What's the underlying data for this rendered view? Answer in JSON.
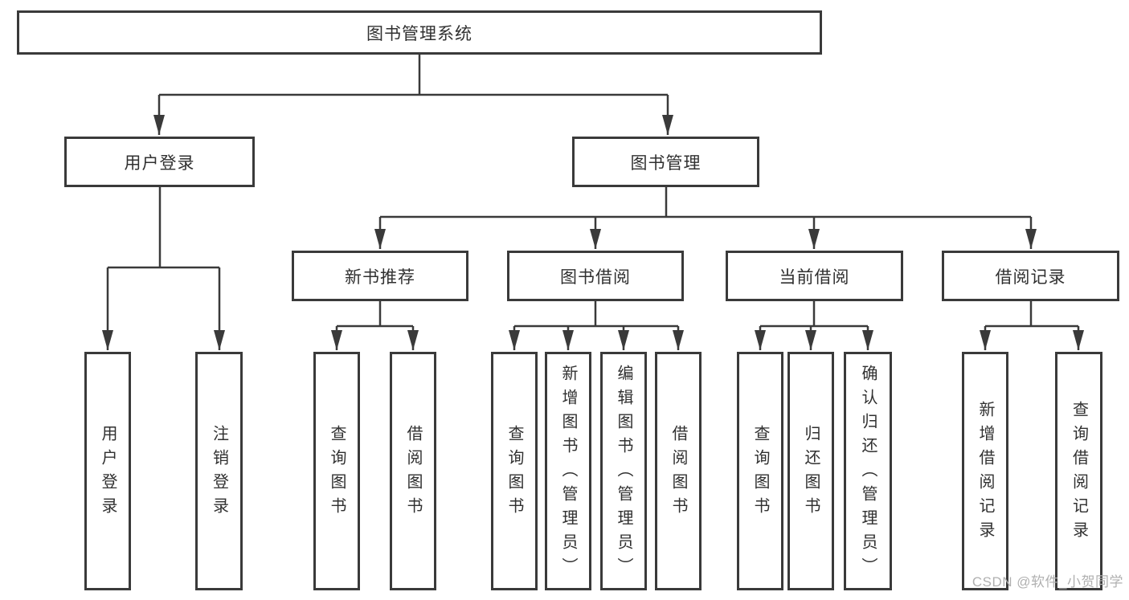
{
  "diagram": {
    "colors": {
      "line": "#3a3a3a",
      "text": "#303030",
      "watermark": "#b0b0b0",
      "background": "#ffffff"
    },
    "watermark": "CSDN @软件_小贺同学",
    "root": {
      "label": "图书管理系统",
      "children": [
        {
          "label": "用户登录",
          "children": [
            {
              "label": "用户登录"
            },
            {
              "label": "注销登录"
            }
          ]
        },
        {
          "label": "图书管理",
          "children": [
            {
              "label": "新书推荐",
              "children": [
                {
                  "label": "查询图书"
                },
                {
                  "label": "借阅图书"
                }
              ]
            },
            {
              "label": "图书借阅",
              "children": [
                {
                  "label": "查询图书"
                },
                {
                  "label": "新增图书（管理员）"
                },
                {
                  "label": "编辑图书（管理员）"
                },
                {
                  "label": "借阅图书"
                }
              ]
            },
            {
              "label": "当前借阅",
              "children": [
                {
                  "label": "查询图书"
                },
                {
                  "label": "归还图书"
                },
                {
                  "label": "确认归还（管理员）"
                }
              ]
            },
            {
              "label": "借阅记录",
              "children": [
                {
                  "label": "新增借阅记录"
                },
                {
                  "label": "查询借阅记录"
                }
              ]
            }
          ]
        }
      ]
    }
  }
}
